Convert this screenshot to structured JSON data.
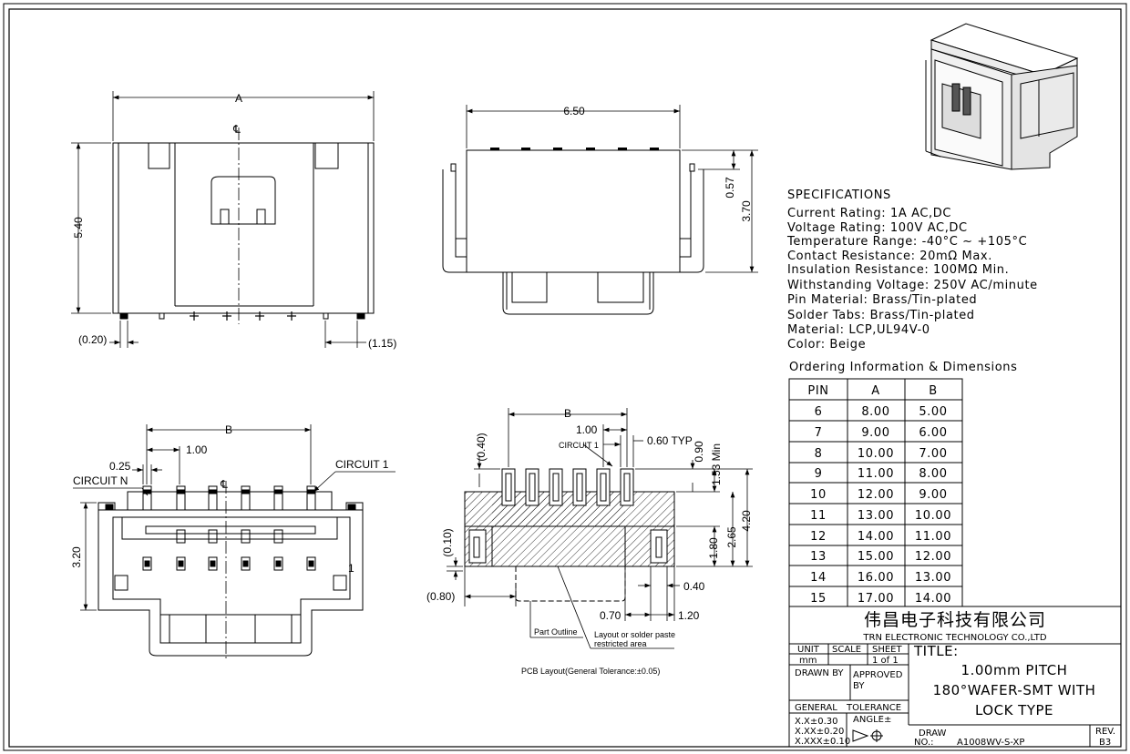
{
  "dimensions": {
    "a": "A",
    "b_top": "B",
    "b_bottom": "B",
    "d540": "5.40",
    "d020": "(0.20)",
    "d115": "(1.15)",
    "d650": "6.50",
    "d057": "0.57",
    "d370": "3.70",
    "d100a": "1.00",
    "d025": "0.25",
    "d320": "3.20",
    "d040": "(0.40)",
    "d100b": "1.00",
    "d060": "0.60 TYP",
    "d090": "0.90",
    "d153": "1.53 Min",
    "d420": "4.20",
    "d265": "2.65",
    "d180": "1.80",
    "d010": "(0.10)",
    "d080": "(0.80)",
    "d040b": "0.40",
    "d070": "0.70",
    "d120": "1.20"
  },
  "labels": {
    "cl1": "℄",
    "cl2": "℄",
    "circuit_n": "CIRCUIT N",
    "circuit_1a": "CIRCUIT 1",
    "circuit_1b": "CIRCUIT 1",
    "pin_mark": "1",
    "part_outline": "Part Outline",
    "restricted_1": "Layout or solder paste",
    "restricted_2": "restricted area",
    "pcb_layout": "PCB Layout(General Tolerance:±0.05)"
  },
  "specs": {
    "title": "SPECIFICATIONS",
    "lines": [
      "Current Rating: 1A AC,DC",
      "Voltage Rating: 100V AC,DC",
      "Temperature Range: -40°C ~ +105°C",
      "Contact Resistance: 20mΩ Max.",
      "Insulation Resistance: 100MΩ Min.",
      "Withstanding Voltage: 250V AC/minute",
      "Pin Material: Brass/Tin-plated",
      "Solder Tabs: Brass/Tin-plated",
      "Material: LCP,UL94V-0",
      "Color: Beige"
    ],
    "ordering_title": "Ordering Information & Dimensions"
  },
  "table": {
    "headers": [
      "PIN",
      "A",
      "B"
    ],
    "rows": [
      [
        "6",
        "8.00",
        "5.00"
      ],
      [
        "7",
        "9.00",
        "6.00"
      ],
      [
        "8",
        "10.00",
        "7.00"
      ],
      [
        "9",
        "11.00",
        "8.00"
      ],
      [
        "10",
        "12.00",
        "9.00"
      ],
      [
        "11",
        "13.00",
        "10.00"
      ],
      [
        "12",
        "14.00",
        "11.00"
      ],
      [
        "13",
        "15.00",
        "12.00"
      ],
      [
        "14",
        "16.00",
        "13.00"
      ],
      [
        "15",
        "17.00",
        "14.00"
      ]
    ]
  },
  "title_block": {
    "company_cn": "伟昌电子科技有限公司",
    "company_en": "TRN ELECTRONIC TECHNOLOGY CO.,LTD",
    "unit_label": "UNIT",
    "unit_value": "mm",
    "scale_label": "SCALE",
    "sheet_label": "SHEET",
    "sheet_value": "1 of 1",
    "title_label": "TITLE:",
    "title_l1": "1.00mm PITCH",
    "title_l2": "180°WAFER-SMT WITH",
    "title_l3": "LOCK TYPE",
    "drawn_by": "DRAWN BY",
    "approved_1": "APPROVED",
    "approved_2": "BY",
    "general": "GENERAL",
    "tolerance": "TOLERANCE",
    "tol_1": "X.X±0.30",
    "tol_2": "X.XX±0.20",
    "tol_3": "X.XXX±0.10",
    "angle": "ANGLE±",
    "draw_no_1": "DRAW",
    "draw_no_2": "NO.:",
    "part_number": "A1008WV-S-XP",
    "rev_label": "REV.",
    "rev_value": "B3"
  }
}
